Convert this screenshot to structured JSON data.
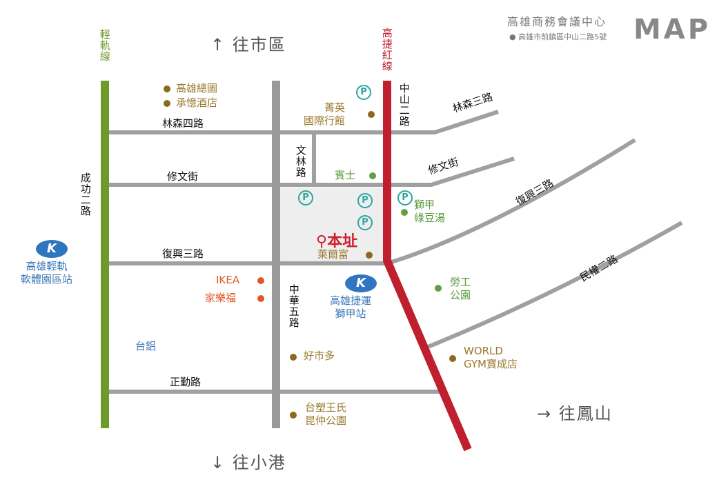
{
  "header": {
    "venue": "高雄商務會議中心",
    "address": "高雄市前鎮區中山二路5號",
    "map_title": "MAP"
  },
  "directions": {
    "north": "↑ 往市區",
    "south": "↓ 往小港",
    "east": "→ 往鳳山"
  },
  "lines": {
    "light_rail": "輕軌線",
    "red_line": "高捷紅線"
  },
  "roads": {
    "linsen4": "林森四路",
    "xiuwen": "修文街",
    "fuxing3_w": "復興三路",
    "zhengqin": "正勤路",
    "chenggong2": "成功二路",
    "wenlin": "文林路",
    "zhonghua5": "中華五路",
    "zhongshan2": "中山二路",
    "linsen3": "林森三路",
    "xiuwen_e": "修文街",
    "fuxing3_e": "復興三路",
    "minquan2": "民權二路"
  },
  "places": {
    "library": "高雄總圖",
    "chengyi": "承憶酒店",
    "jingying": "菁英\n國際行館",
    "binshi": "賓士",
    "here": "本址",
    "laerfu": "萊爾富",
    "shijia": "獅甲\n綠豆湯",
    "ikea": "IKEA",
    "carrefour": "家樂福",
    "mrt": "高雄捷運\n獅甲站",
    "lrt": "高雄輕軌\n軟體園區站",
    "laogong": "勞工\n公園",
    "worldgym": "WORLD\nGYM寶成店",
    "costco": "好市多",
    "tailu": "台鋁",
    "park": "台塑王氏\n昆仲公園"
  },
  "parking_label": "P",
  "metro_logo": "K",
  "colors": {
    "rail": "#6f9a2a",
    "red": "#c0202e",
    "road": "#999999",
    "teal": "#2aa5a0"
  }
}
